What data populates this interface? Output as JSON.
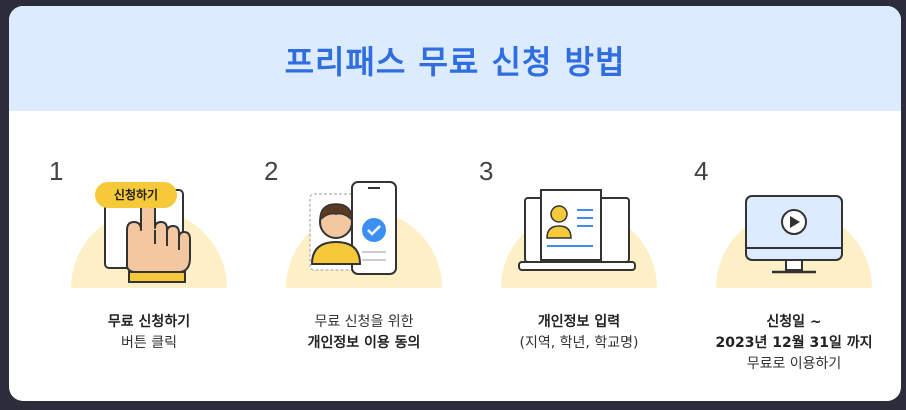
{
  "title": "프리패스 무료 신청 방법",
  "steps": [
    {
      "num": "1",
      "badge": "신청하기",
      "line1": "무료 신청하기",
      "line2": "버튼 클릭"
    },
    {
      "num": "2",
      "line1": "무료 신청을 위한",
      "line2": "개인정보 이용 동의"
    },
    {
      "num": "3",
      "line1": "개인정보 입력",
      "line2": "(지역, 학년, 학교명)"
    },
    {
      "num": "4",
      "line1": "신청일 ~",
      "line2": "2023년 12월 31일 까지",
      "line3": "무료로 이용하기"
    }
  ],
  "colors": {
    "accent": "#2f6de0",
    "header_bg": "#dcebfd",
    "circle": "#fdf0c6",
    "badge": "#f6c93a",
    "check": "#3b8ff0"
  },
  "icons": [
    "hand-click-icon",
    "user-check-icon",
    "laptop-profile-icon",
    "monitor-play-icon"
  ]
}
